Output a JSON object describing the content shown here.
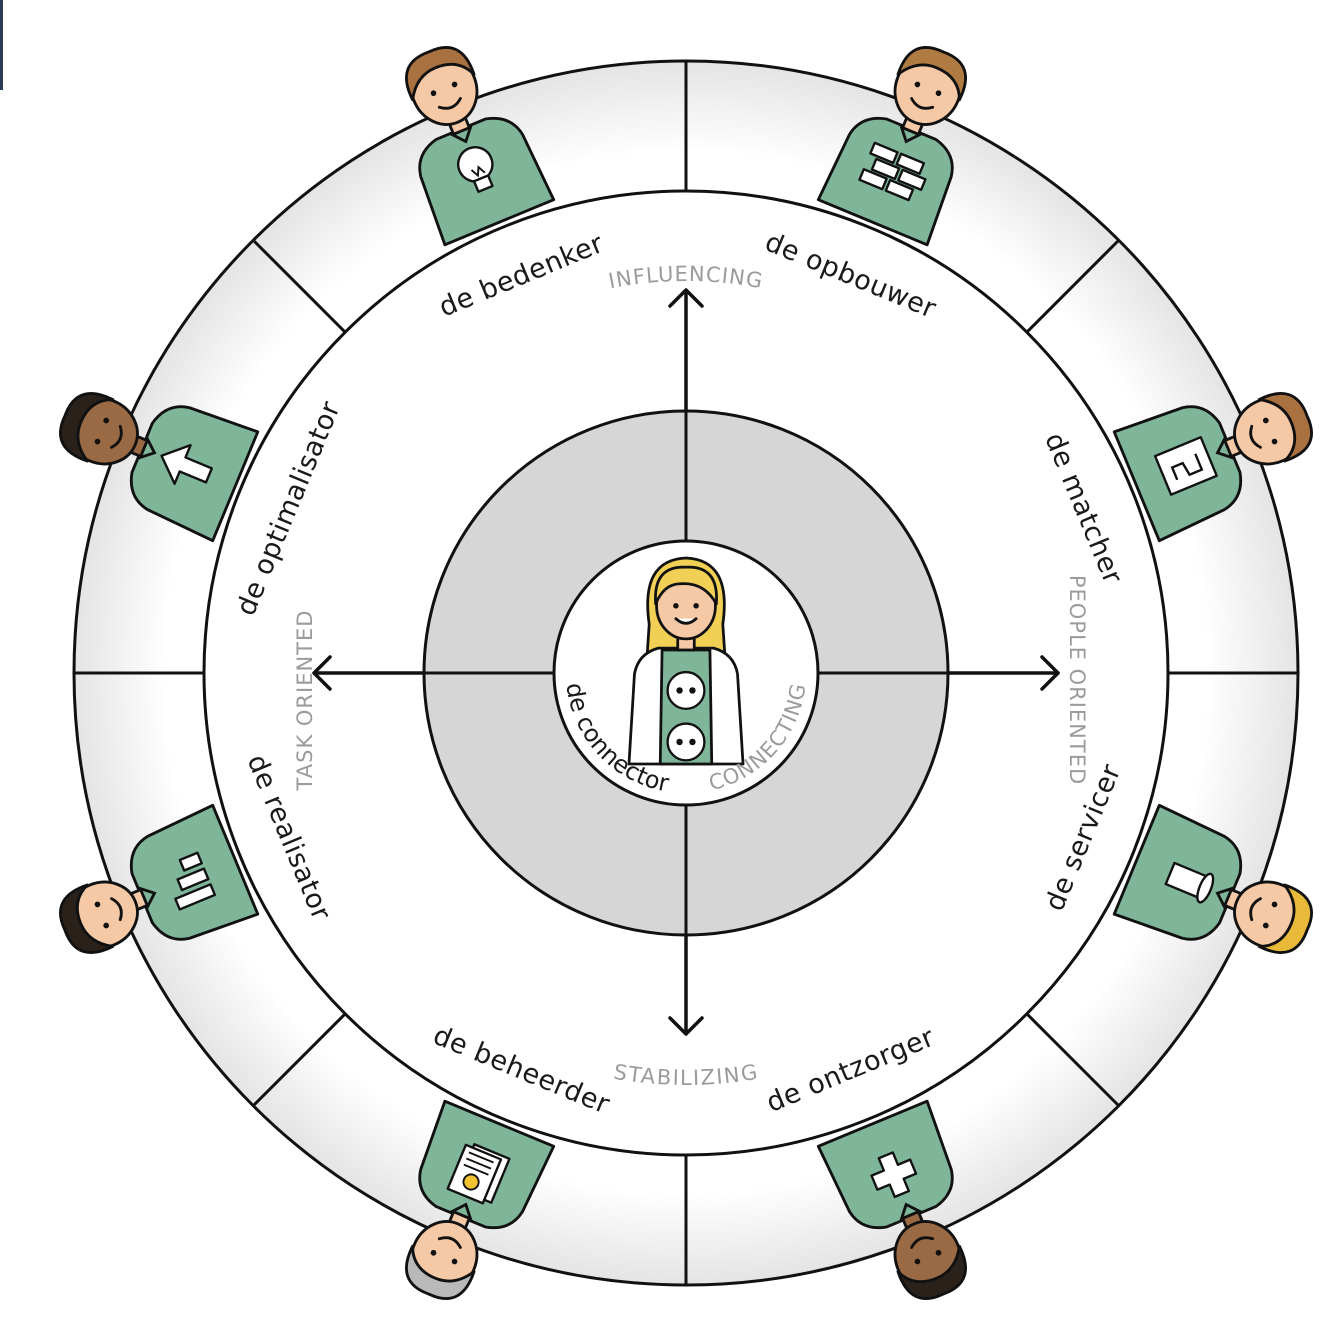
{
  "roles": [
    {
      "id": "bedenker",
      "label": "de bedenker",
      "symbol": "lightbulb",
      "skin": "#f5c9a5",
      "hair": "#a9713f"
    },
    {
      "id": "opbouwer",
      "label": "de opbouwer",
      "symbol": "bricks",
      "skin": "#f5c9a5",
      "hair": "#b07a43"
    },
    {
      "id": "matcher",
      "label": "de matcher",
      "symbol": "puzzle-card",
      "skin": "#f5c9a5",
      "hair": "#a9713f"
    },
    {
      "id": "servicer",
      "label": "de servicer",
      "symbol": "cup",
      "skin": "#f5c9a5",
      "hair": "#e9b93a"
    },
    {
      "id": "ontzorger",
      "label": "de ontzorger",
      "symbol": "plus",
      "skin": "#9a6a44",
      "hair": "#2a211b"
    },
    {
      "id": "beheerder",
      "label": "de beheerder",
      "symbol": "documents",
      "skin": "#f5c9a5",
      "hair": "#b9b9b9"
    },
    {
      "id": "realisator",
      "label": "de realisator",
      "symbol": "bars",
      "skin": "#f5c9a5",
      "hair": "#2a211b"
    },
    {
      "id": "optimalisator",
      "label": "de optimalisator",
      "symbol": "arrow-up",
      "skin": "#9a6a44",
      "hair": "#2a211b"
    }
  ],
  "axes": {
    "top": "INFLUENCING",
    "bottom": "STABILIZING",
    "left": "TASK ORIENTED",
    "right": "PEOPLE ORIENTED"
  },
  "center": {
    "name": "de connector",
    "kind": "CONNECTING",
    "symbol": "sockets",
    "skin": "#f5c9a5",
    "hair": "#f2cf55"
  },
  "colors": {
    "shirt": "#7fb69a",
    "inner_ring": "#d6d6d6",
    "outer_ring_shadow": "#e6e6e6",
    "line": "#111111",
    "axis_text": "#9b9b9b"
  }
}
